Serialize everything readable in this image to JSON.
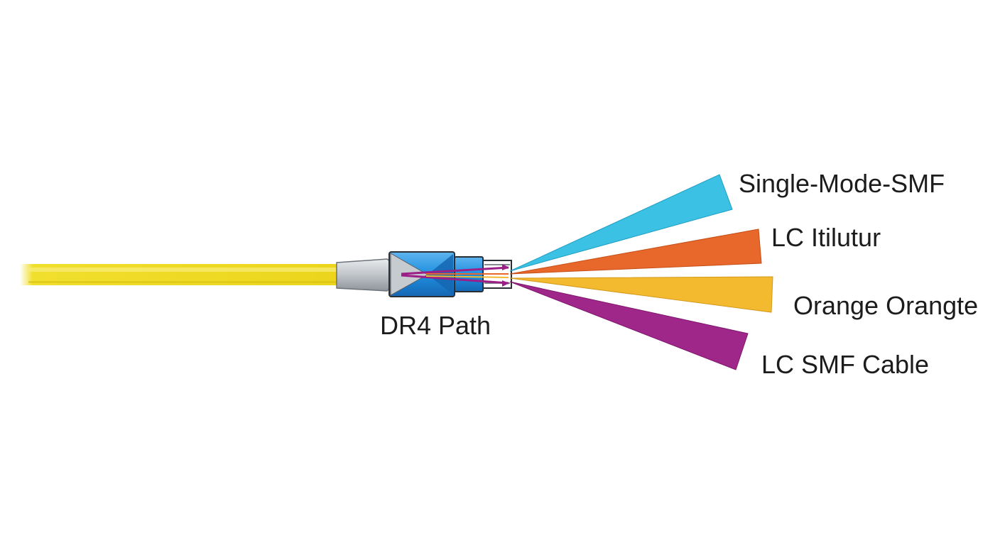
{
  "connector": {
    "label": "DR4 Path"
  },
  "branches": [
    {
      "label": "Single-Mode-SMF",
      "color": "#3bc1e4"
    },
    {
      "label": "LC Itilutur",
      "color": "#e8672a"
    },
    {
      "label": "Orange Orangte",
      "color": "#f3b92f"
    },
    {
      "label": "LC SMF Cable",
      "color": "#a0278a"
    }
  ],
  "colors": {
    "cable": "#f1df2e",
    "cable_highlight": "#f8ec7a",
    "connector_body": "#c9cdd1",
    "connector_accent": "#1e8fe0",
    "fiber_purple": "#9b1f86"
  }
}
